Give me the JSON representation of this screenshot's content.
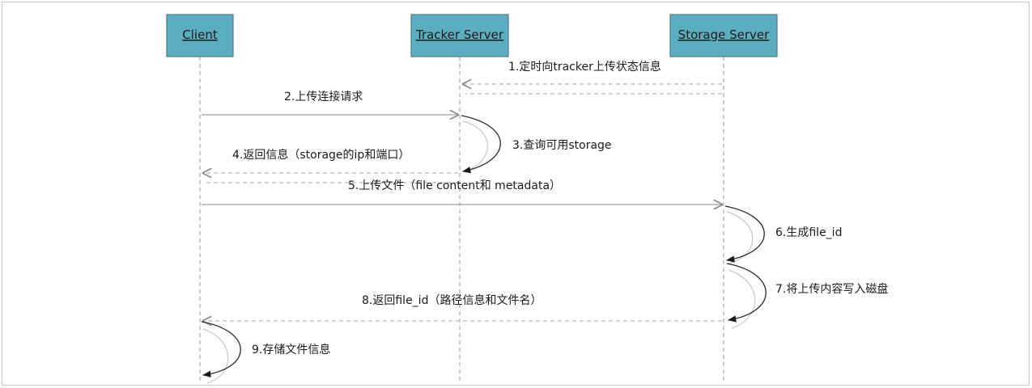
{
  "actors": [
    {
      "id": "client",
      "label": "Client"
    },
    {
      "id": "tracker",
      "label": "Tracker Server"
    },
    {
      "id": "storage",
      "label": "Storage Server"
    }
  ],
  "messages": [
    {
      "id": "m1",
      "label": "1.定时向tracker上传状态信息",
      "from": "storage",
      "to": "tracker",
      "style": "dashed"
    },
    {
      "id": "m2",
      "label": "2.上传连接请求",
      "from": "client",
      "to": "tracker",
      "style": "solid"
    },
    {
      "id": "m3",
      "label": "3.查询可用storage",
      "from": "tracker",
      "to": "tracker",
      "style": "self"
    },
    {
      "id": "m4",
      "label": "4.返回信息（storage的ip和端口）",
      "from": "tracker",
      "to": "client",
      "style": "dashed"
    },
    {
      "id": "m5",
      "label": "5.上传文件（file content和 metadata）",
      "from": "client",
      "to": "storage",
      "style": "solid"
    },
    {
      "id": "m6",
      "label": "6.生成file_id",
      "from": "storage",
      "to": "storage",
      "style": "self"
    },
    {
      "id": "m7",
      "label": "7.将上传内容写入磁盘",
      "from": "storage",
      "to": "storage",
      "style": "self"
    },
    {
      "id": "m8",
      "label": "8.返回file_id（路径信息和文件名）",
      "from": "storage",
      "to": "client",
      "style": "dashed"
    },
    {
      "id": "m9",
      "label": "9.存储文件信息",
      "from": "client",
      "to": "client",
      "style": "self"
    }
  ]
}
